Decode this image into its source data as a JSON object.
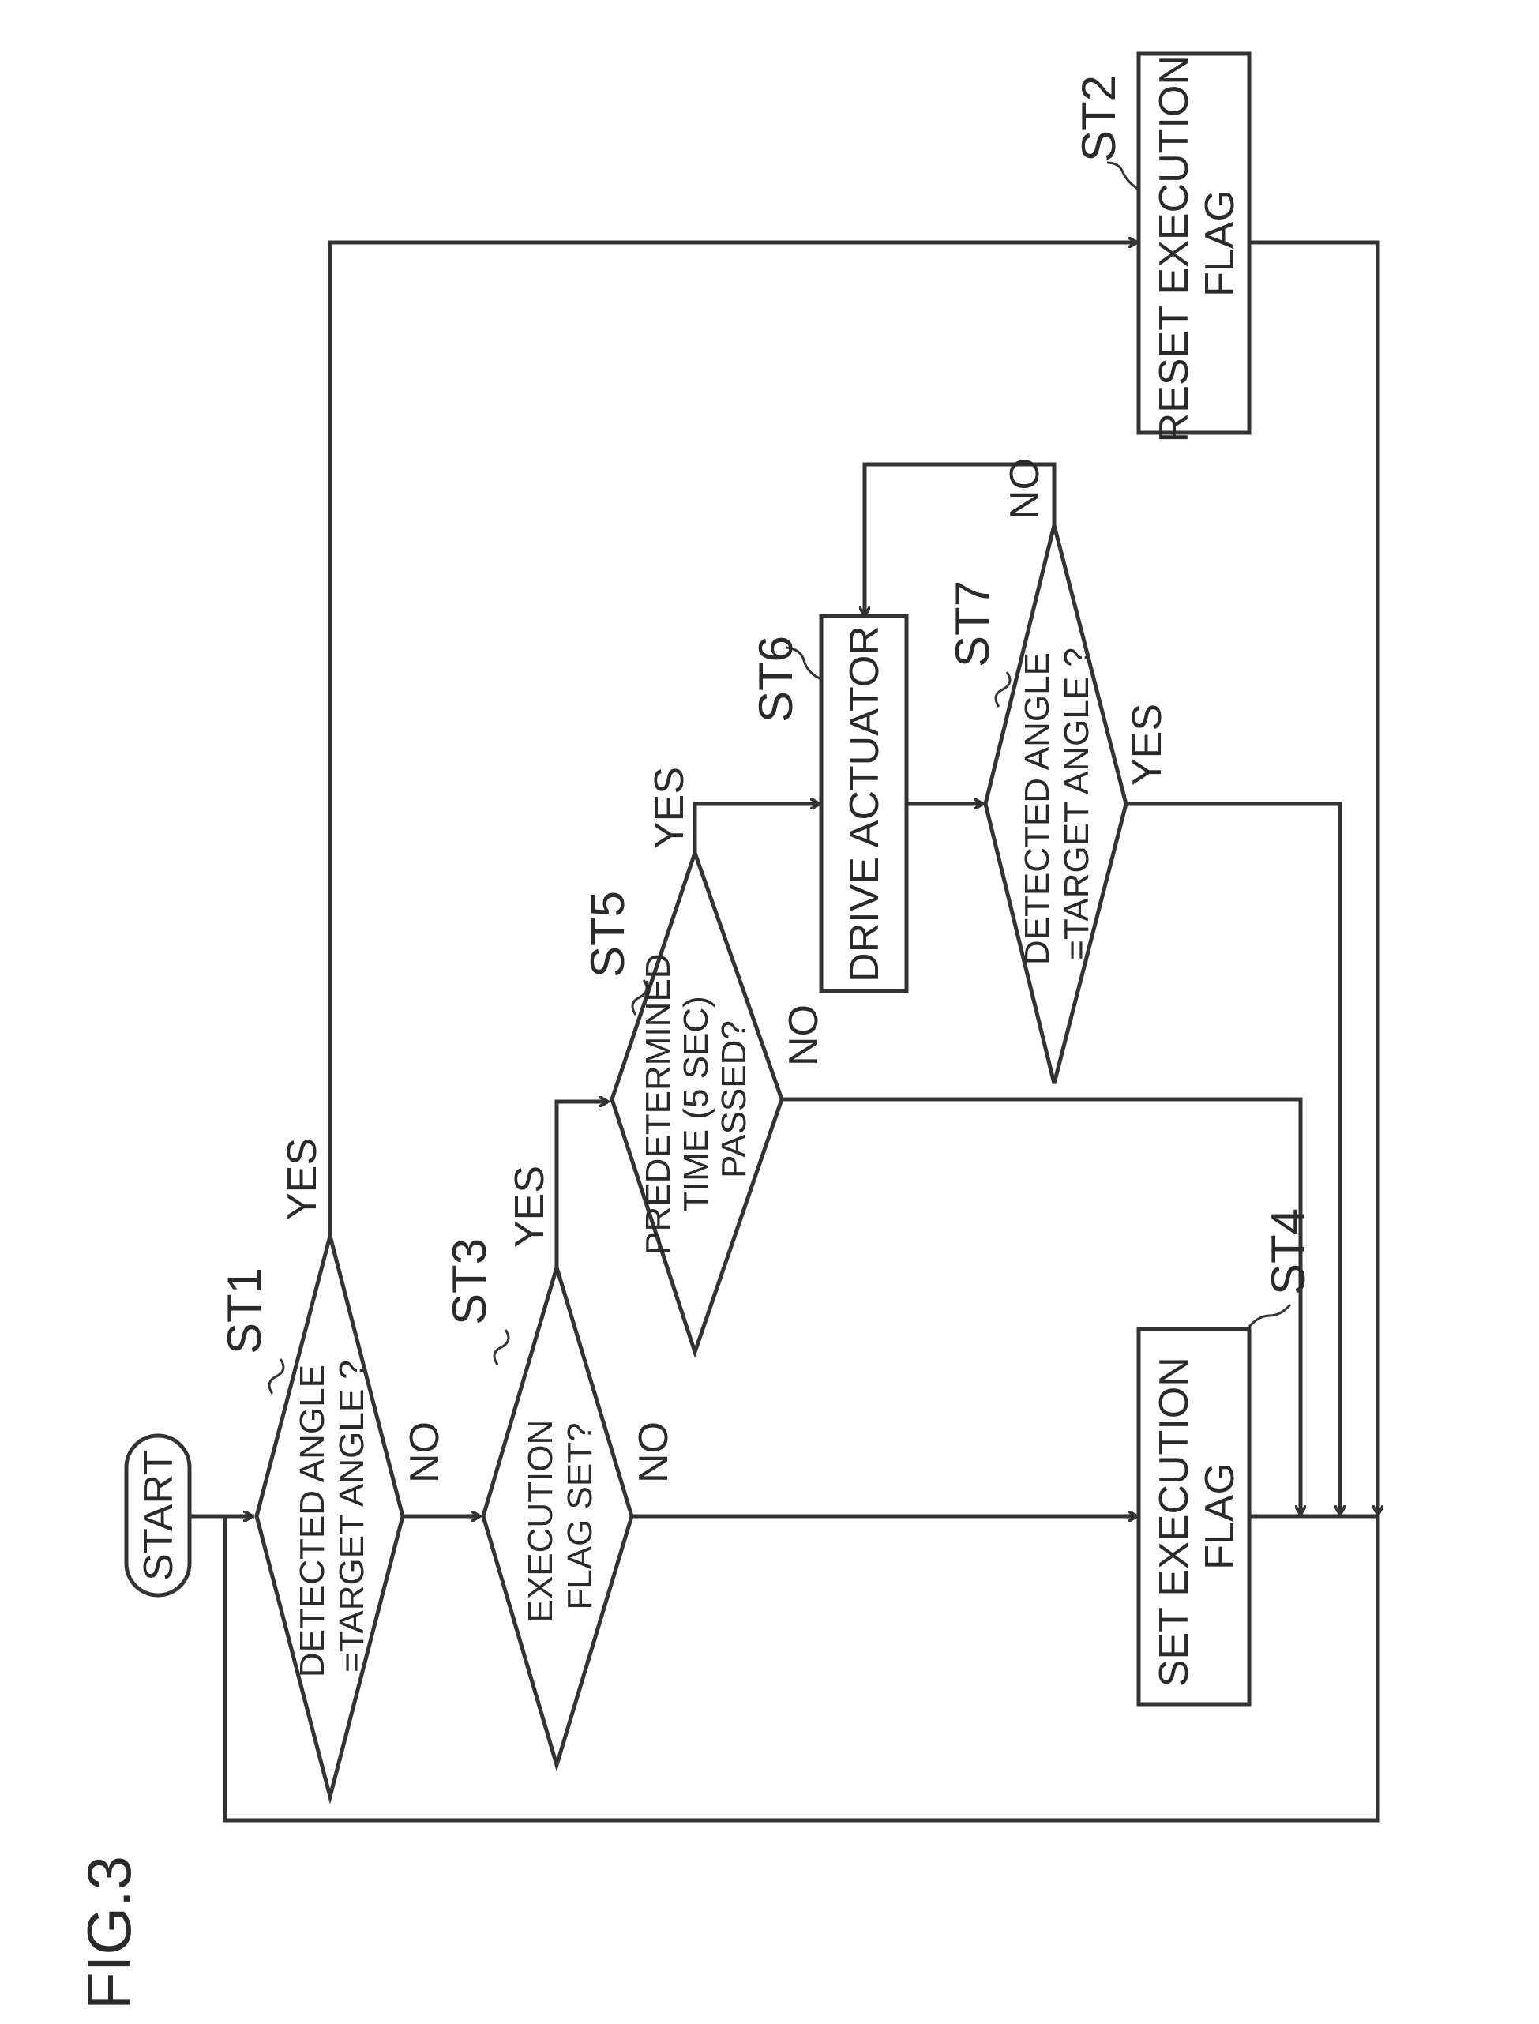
{
  "figure": {
    "label": "FIG.3"
  },
  "start": {
    "label": "START"
  },
  "steps": {
    "st1": {
      "id": "ST1",
      "lines": [
        "DETECTED ANGLE",
        "=TARGET ANGLE ?"
      ]
    },
    "st2": {
      "id": "ST2",
      "lines": [
        "RESET EXECUTION",
        "FLAG"
      ]
    },
    "st3": {
      "id": "ST3",
      "lines": [
        "EXECUTION",
        "FLAG SET?"
      ]
    },
    "st4": {
      "id": "ST4",
      "lines": [
        "SET EXECUTION",
        "FLAG"
      ]
    },
    "st5": {
      "id": "ST5",
      "lines": [
        "PREDETERMINED",
        "TIME (5 SEC)",
        "PASSED?"
      ]
    },
    "st6": {
      "id": "ST6",
      "lines": [
        "DRIVE ACTUATOR"
      ]
    },
    "st7": {
      "id": "ST7",
      "lines": [
        "DETECTED ANGLE",
        "=TARGET ANGLE ?"
      ]
    }
  },
  "branches": {
    "st1_yes": "YES",
    "st1_no": "NO",
    "st3_yes": "YES",
    "st3_no": "NO",
    "st5_yes": "YES",
    "st5_no": "NO",
    "st7_yes": "YES",
    "st7_no": "NO"
  }
}
